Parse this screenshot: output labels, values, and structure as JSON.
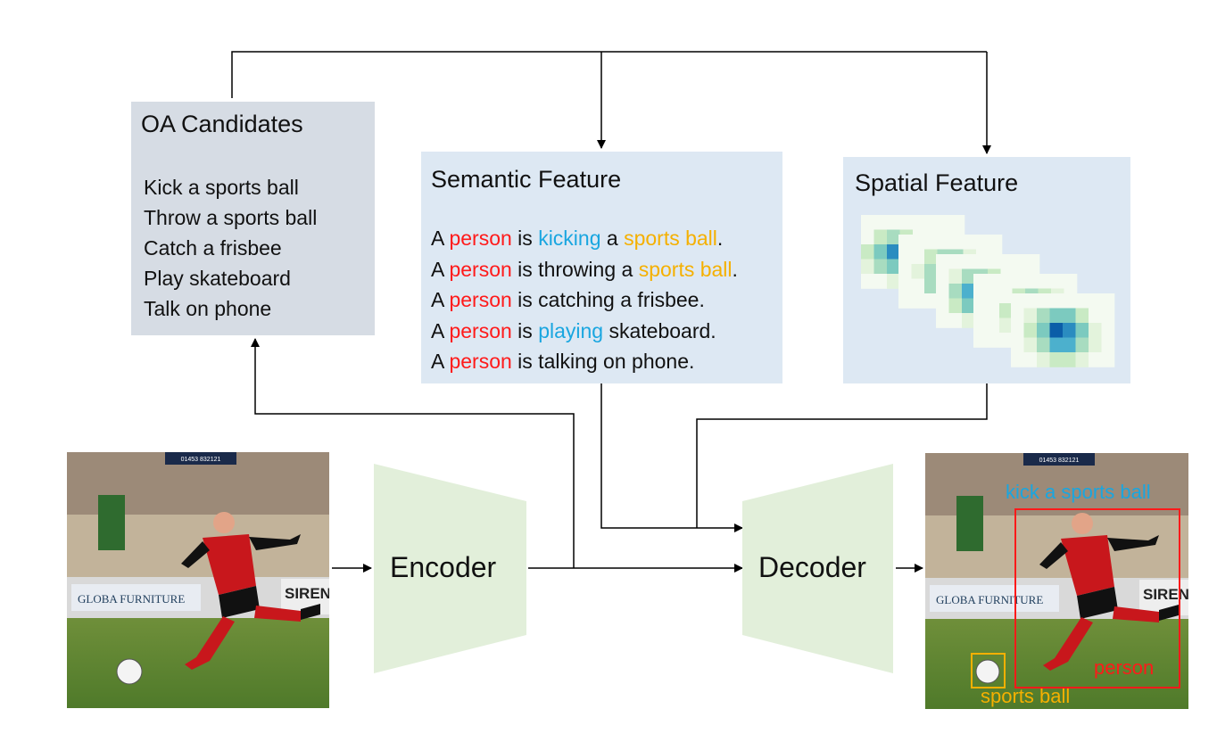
{
  "oa_candidates": {
    "title": "OA Candidates",
    "items": [
      "Kick a sports ball",
      "Throw a sports ball",
      "Catch a frisbee",
      "Play skateboard",
      "Talk on phone"
    ]
  },
  "semantic_feature": {
    "title": "Semantic Feature",
    "sentences": [
      [
        {
          "t": "A "
        },
        {
          "t": "person",
          "c": "person"
        },
        {
          "t": " is "
        },
        {
          "t": "kicking",
          "c": "verb"
        },
        {
          "t": " a "
        },
        {
          "t": "sports ball",
          "c": "obj"
        },
        {
          "t": "."
        }
      ],
      [
        {
          "t": "A "
        },
        {
          "t": "person",
          "c": "person"
        },
        {
          "t": " is throwing a "
        },
        {
          "t": "sports ball",
          "c": "obj"
        },
        {
          "t": "."
        }
      ],
      [
        {
          "t": "A "
        },
        {
          "t": "person",
          "c": "person"
        },
        {
          "t": " is catching a frisbee."
        }
      ],
      [
        {
          "t": "A "
        },
        {
          "t": "person",
          "c": "person"
        },
        {
          "t": " is "
        },
        {
          "t": "playing",
          "c": "verb"
        },
        {
          "t": " skateboard."
        }
      ],
      [
        {
          "t": "A "
        },
        {
          "t": "person",
          "c": "person"
        },
        {
          "t": " is talking on phone."
        }
      ]
    ]
  },
  "spatial_feature": {
    "title": "Spatial Feature",
    "heatmap_count": 5
  },
  "encoder": {
    "label": "Encoder"
  },
  "decoder": {
    "label": "Decoder"
  },
  "input_image": {
    "banner_left": "GLOBA FURNITURE",
    "banner_right": "SIREN",
    "top_sign": "01453 832121"
  },
  "output_image": {
    "banner_left": "GLOBA FURNITURE",
    "banner_right": "SIREN",
    "top_sign": "01453 832121",
    "action_label": "kick a sports ball",
    "person_label": "person",
    "object_label": "sports ball"
  },
  "colors": {
    "person": "#ff1a1a",
    "verb": "#19a6e0",
    "object": "#f5b000",
    "trapezoid": "#e2efda",
    "oa_box": "#d6dce4",
    "feature_box": "#dde8f3"
  }
}
